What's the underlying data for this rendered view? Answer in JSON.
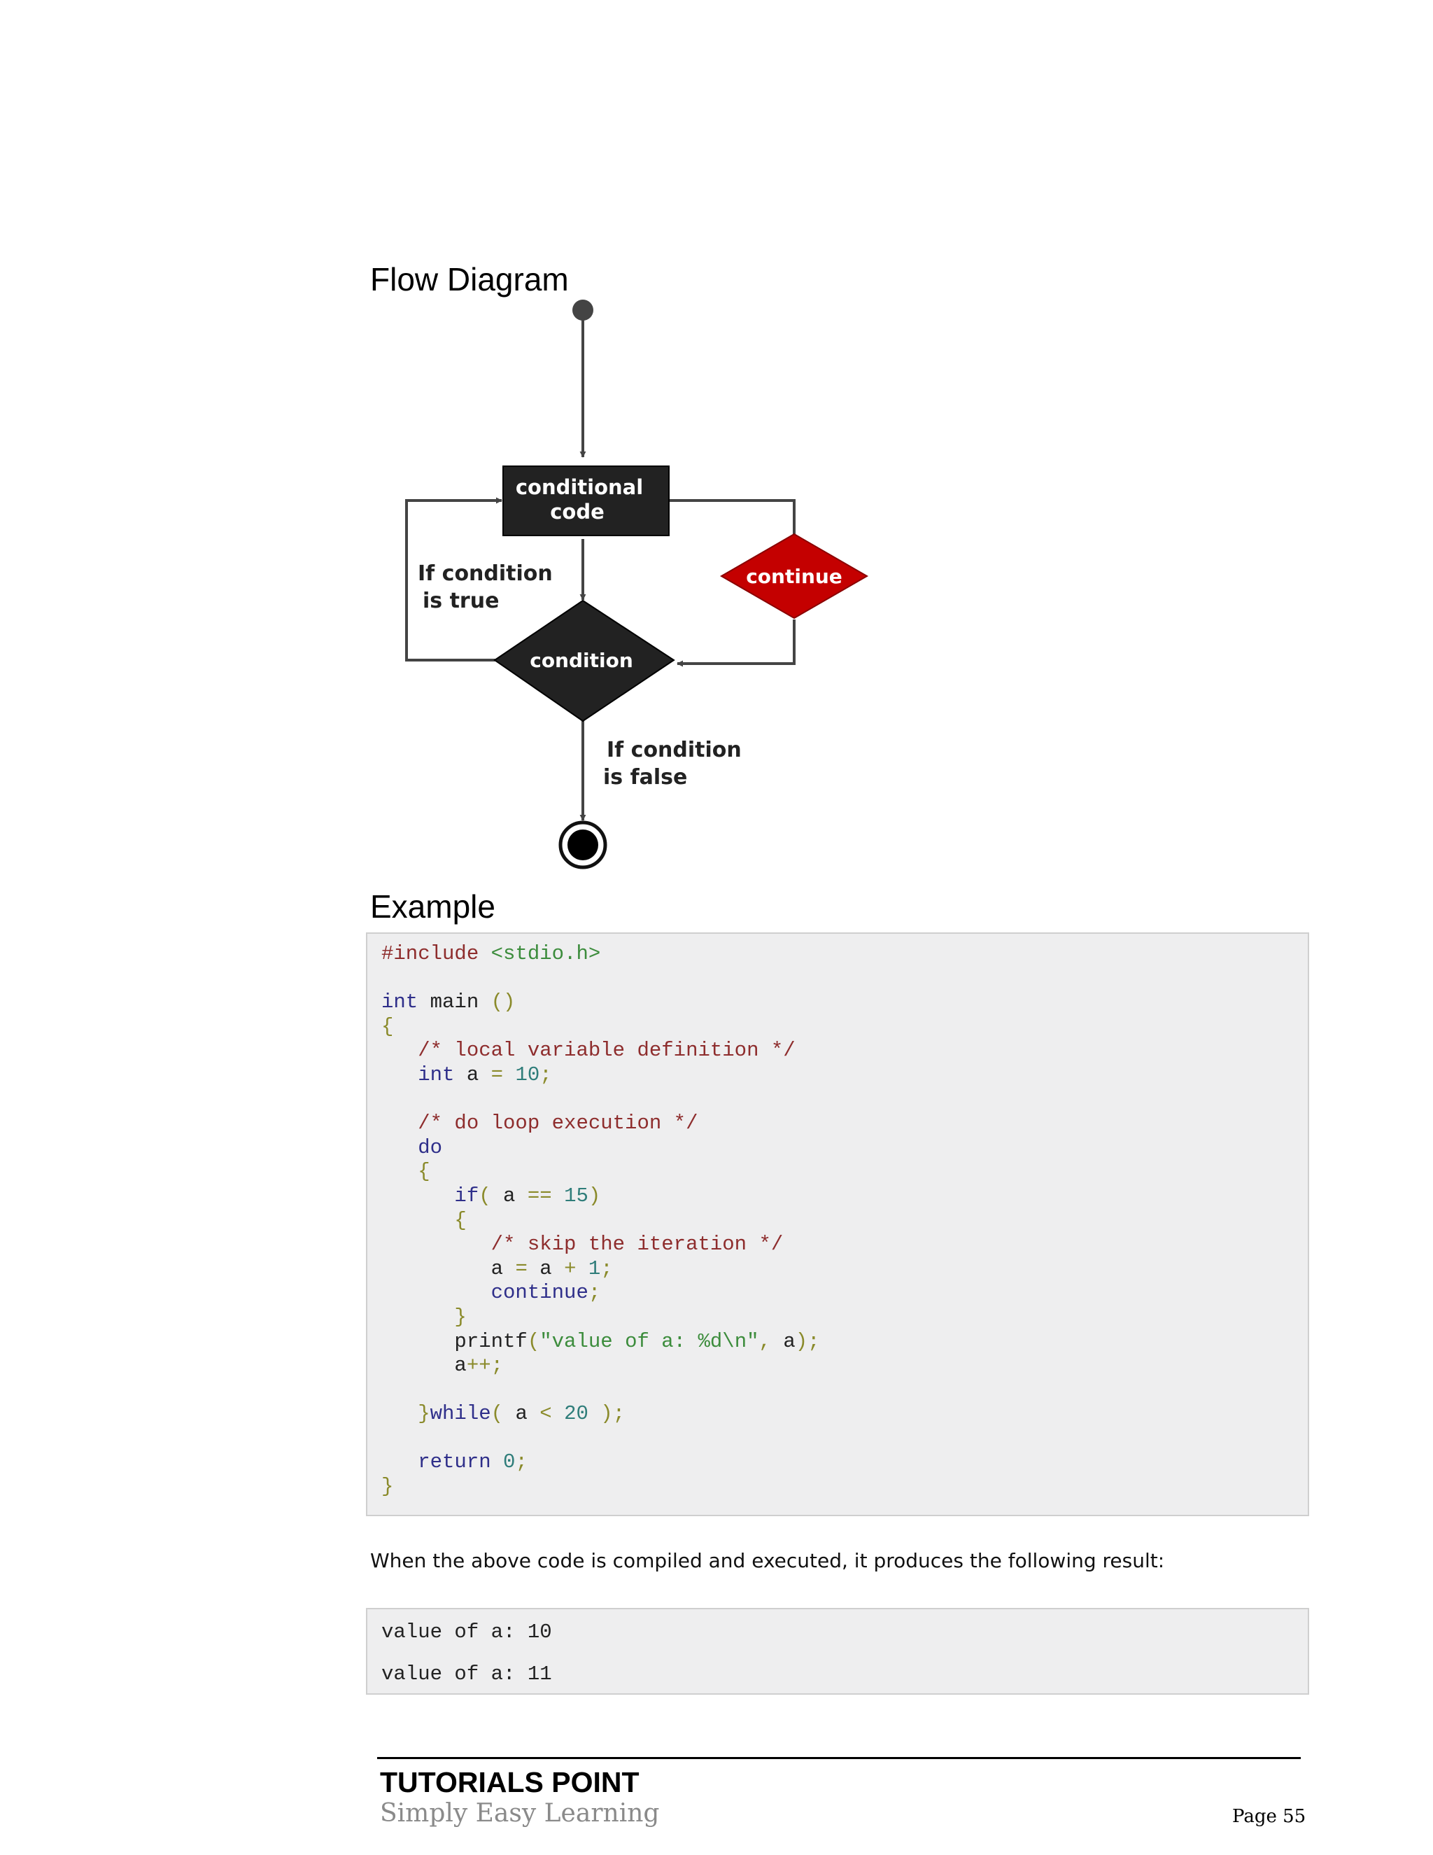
{
  "headings": {
    "flow": "Flow Diagram",
    "example": "Example"
  },
  "diagram": {
    "conditional_code_line1": "conditional",
    "conditional_code_line2": "code",
    "continue_label": "continue",
    "condition_label": "condition",
    "if_true_line1": "If condition",
    "if_true_line2": "is true",
    "if_false_line1": "If condition",
    "if_false_line2": "is false",
    "colors": {
      "box": "#222222",
      "continue": "#c40000",
      "line": "#444444",
      "text_on_shape": "#ffffff"
    }
  },
  "code": {
    "lines": [
      [
        [
          "pp",
          "#include "
        ],
        [
          "str",
          "<stdio.h>"
        ]
      ],
      [],
      [
        [
          "kw",
          "int"
        ],
        [
          "pl",
          " main "
        ],
        [
          "pun",
          "()"
        ]
      ],
      [
        [
          "pun",
          "{"
        ]
      ],
      [
        [
          "com",
          "   /* local variable definition */"
        ]
      ],
      [
        [
          "kw",
          "   int"
        ],
        [
          "pl",
          " a "
        ],
        [
          "pun",
          "="
        ],
        [
          "pl",
          " "
        ],
        [
          "num",
          "10"
        ],
        [
          "pun",
          ";"
        ]
      ],
      [],
      [
        [
          "com",
          "   /* do loop execution */"
        ]
      ],
      [
        [
          "kw",
          "   do"
        ]
      ],
      [
        [
          "pun",
          "   {"
        ]
      ],
      [
        [
          "kw",
          "      if"
        ],
        [
          "pun",
          "("
        ],
        [
          "pl",
          " a "
        ],
        [
          "pun",
          "=="
        ],
        [
          "pl",
          " "
        ],
        [
          "num",
          "15"
        ],
        [
          "pun",
          ")"
        ]
      ],
      [
        [
          "pun",
          "      {"
        ]
      ],
      [
        [
          "com",
          "         /* skip the iteration */"
        ]
      ],
      [
        [
          "pl",
          "         a "
        ],
        [
          "pun",
          "="
        ],
        [
          "pl",
          " a "
        ],
        [
          "pun",
          "+"
        ],
        [
          "pl",
          " "
        ],
        [
          "num",
          "1"
        ],
        [
          "pun",
          ";"
        ]
      ],
      [
        [
          "kw",
          "         continue"
        ],
        [
          "pun",
          ";"
        ]
      ],
      [
        [
          "pun",
          "      }"
        ]
      ],
      [
        [
          "pl",
          "      printf"
        ],
        [
          "pun",
          "("
        ],
        [
          "str",
          "\"value of a: %d\\n\""
        ],
        [
          "pun",
          ","
        ],
        [
          "pl",
          " a"
        ],
        [
          "pun",
          ");"
        ]
      ],
      [
        [
          "pl",
          "      a"
        ],
        [
          "pun",
          "++;"
        ]
      ],
      [],
      [
        [
          "pun",
          "   }"
        ],
        [
          "kw",
          "while"
        ],
        [
          "pun",
          "("
        ],
        [
          "pl",
          " a "
        ],
        [
          "pun",
          "<"
        ],
        [
          "pl",
          " "
        ],
        [
          "num",
          "20"
        ],
        [
          "pl",
          " "
        ],
        [
          "pun",
          ");"
        ]
      ],
      [],
      [
        [
          "kw",
          "   return"
        ],
        [
          "pl",
          " "
        ],
        [
          "num",
          "0"
        ],
        [
          "pun",
          ";"
        ]
      ],
      [
        [
          "pun",
          "}"
        ]
      ]
    ]
  },
  "result_text": "When the above code is compiled and executed, it produces the following result:",
  "output": {
    "line1": "value of a: 10",
    "line2": "value of a: 11"
  },
  "footer": {
    "brand": "TUTORIALS POINT",
    "tagline": "Simply Easy Learning",
    "page": "Page 55"
  }
}
